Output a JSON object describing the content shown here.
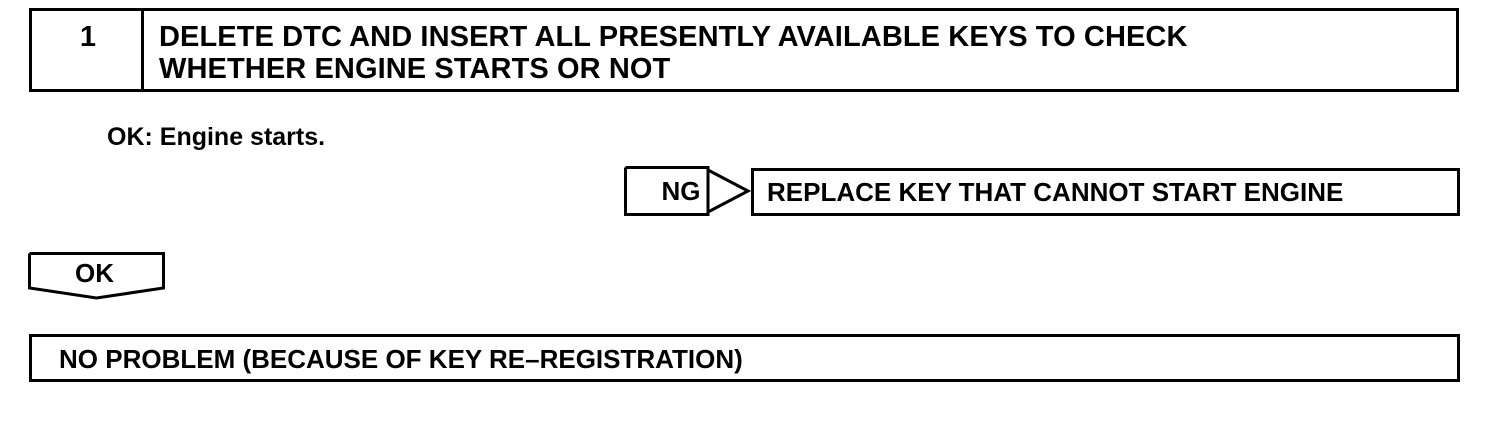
{
  "step": {
    "number": "1",
    "title_line1": "DELETE DTC AND INSERT ALL PRESENTLY AVAILABLE KEYS TO CHECK",
    "title_line2": "WHETHER ENGINE STARTS OR NOT"
  },
  "criteria": "OK: Engine starts.",
  "ng_branch": {
    "label": "NG",
    "result": "REPLACE KEY THAT CANNOT START ENGINE"
  },
  "ok_branch": {
    "label": "OK",
    "result": "NO PROBLEM (BECAUSE OF KEY RE–REGISTRATION)"
  }
}
